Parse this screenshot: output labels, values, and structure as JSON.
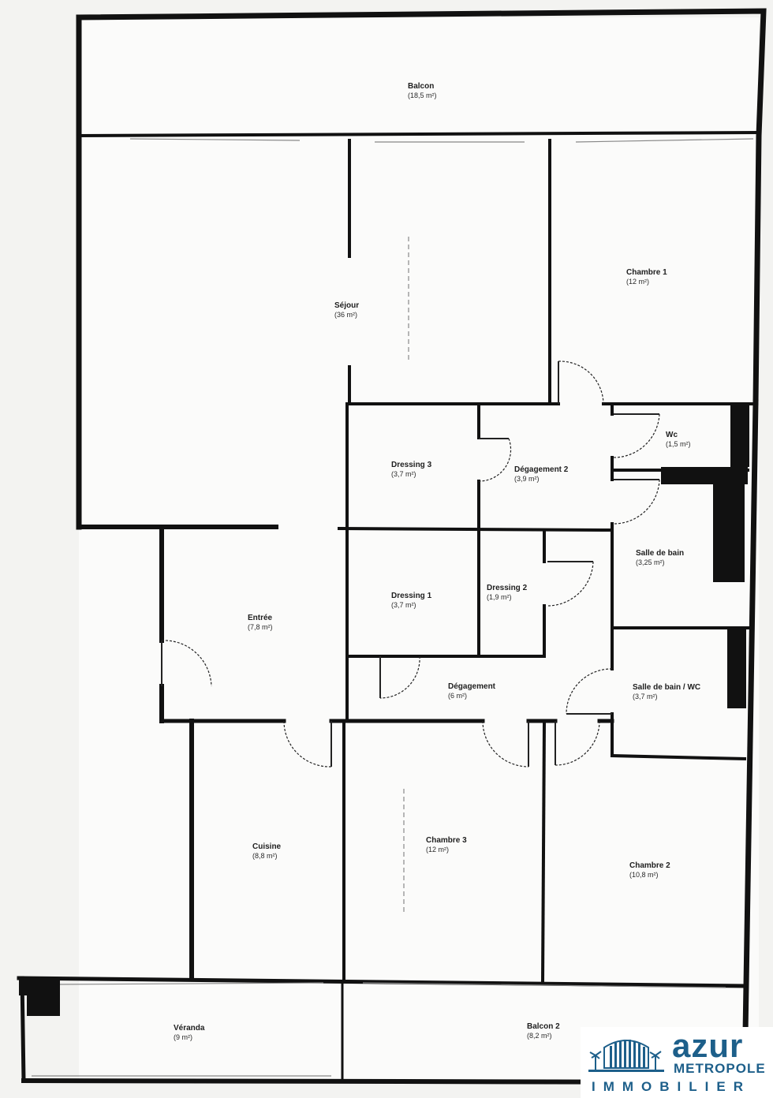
{
  "rooms": {
    "balcon": {
      "name": "Balcon",
      "area": "(18,5 m²)"
    },
    "sejour": {
      "name": "Séjour",
      "area": "(36 m²)"
    },
    "chambre1": {
      "name": "Chambre 1",
      "area": "(12 m²)"
    },
    "dressing3": {
      "name": "Dressing 3",
      "area": "(3,7 m²)"
    },
    "degagement2": {
      "name": "Dégagement 2",
      "area": "(3,9 m²)"
    },
    "wc": {
      "name": "Wc",
      "area": "(1,5 m²)"
    },
    "salle_de_bain": {
      "name": "Salle de bain",
      "area": "(3,25 m²)"
    },
    "dressing1": {
      "name": "Dressing 1",
      "area": "(3,7 m²)"
    },
    "dressing2": {
      "name": "Dressing 2",
      "area": "(1,9 m²)"
    },
    "entree": {
      "name": "Entrée",
      "area": "(7,8 m²)"
    },
    "degagement": {
      "name": "Dégagement",
      "area": "(6 m²)"
    },
    "salle_de_bain_wc": {
      "name": "Salle de bain / WC",
      "area": "(3,7 m²)"
    },
    "cuisine": {
      "name": "Cuisine",
      "area": "(8,8 m²)"
    },
    "chambre3": {
      "name": "Chambre 3",
      "area": "(12 m²)"
    },
    "chambre2": {
      "name": "Chambre 2",
      "area": "(10,8 m²)"
    },
    "veranda": {
      "name": "Véranda",
      "area": "(9 m²)"
    },
    "balcon2": {
      "name": "Balcon 2",
      "area": "(8,2 m²)"
    }
  },
  "logo": {
    "brand": "azur",
    "line2": "METROPOLE",
    "line3": "IMMOBILIER"
  },
  "colors": {
    "wall": "#111111",
    "paper": "#f3f3f1",
    "brand": "#1d5f8a"
  }
}
